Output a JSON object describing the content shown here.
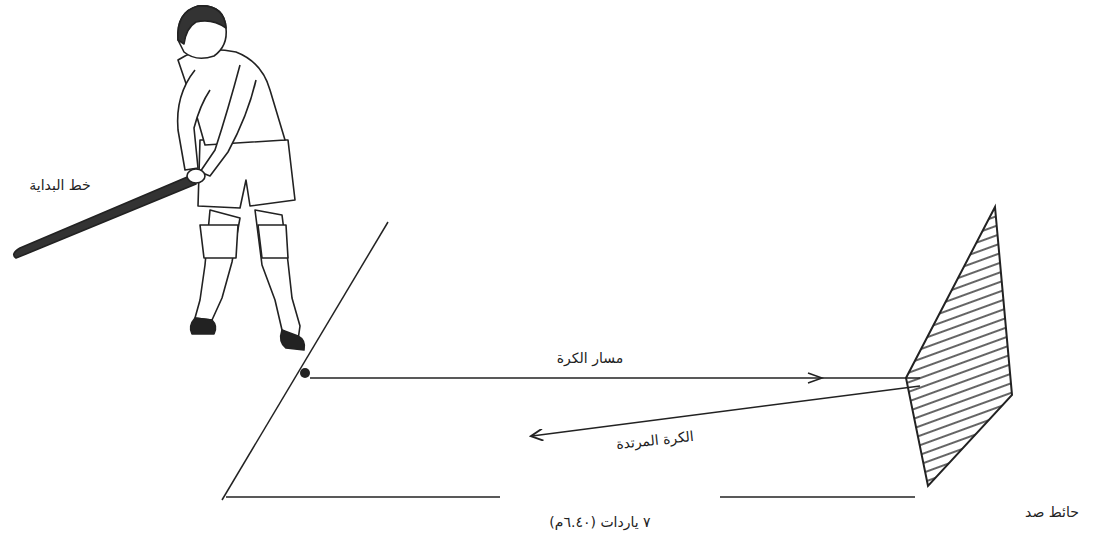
{
  "diagram": {
    "labels": [
      "خط البداية",
      "مسار الكرة",
      "الكرة المرتدة",
      "حائط صد",
      "٧ ياردات (٦.٤٠م)"
    ]
  }
}
